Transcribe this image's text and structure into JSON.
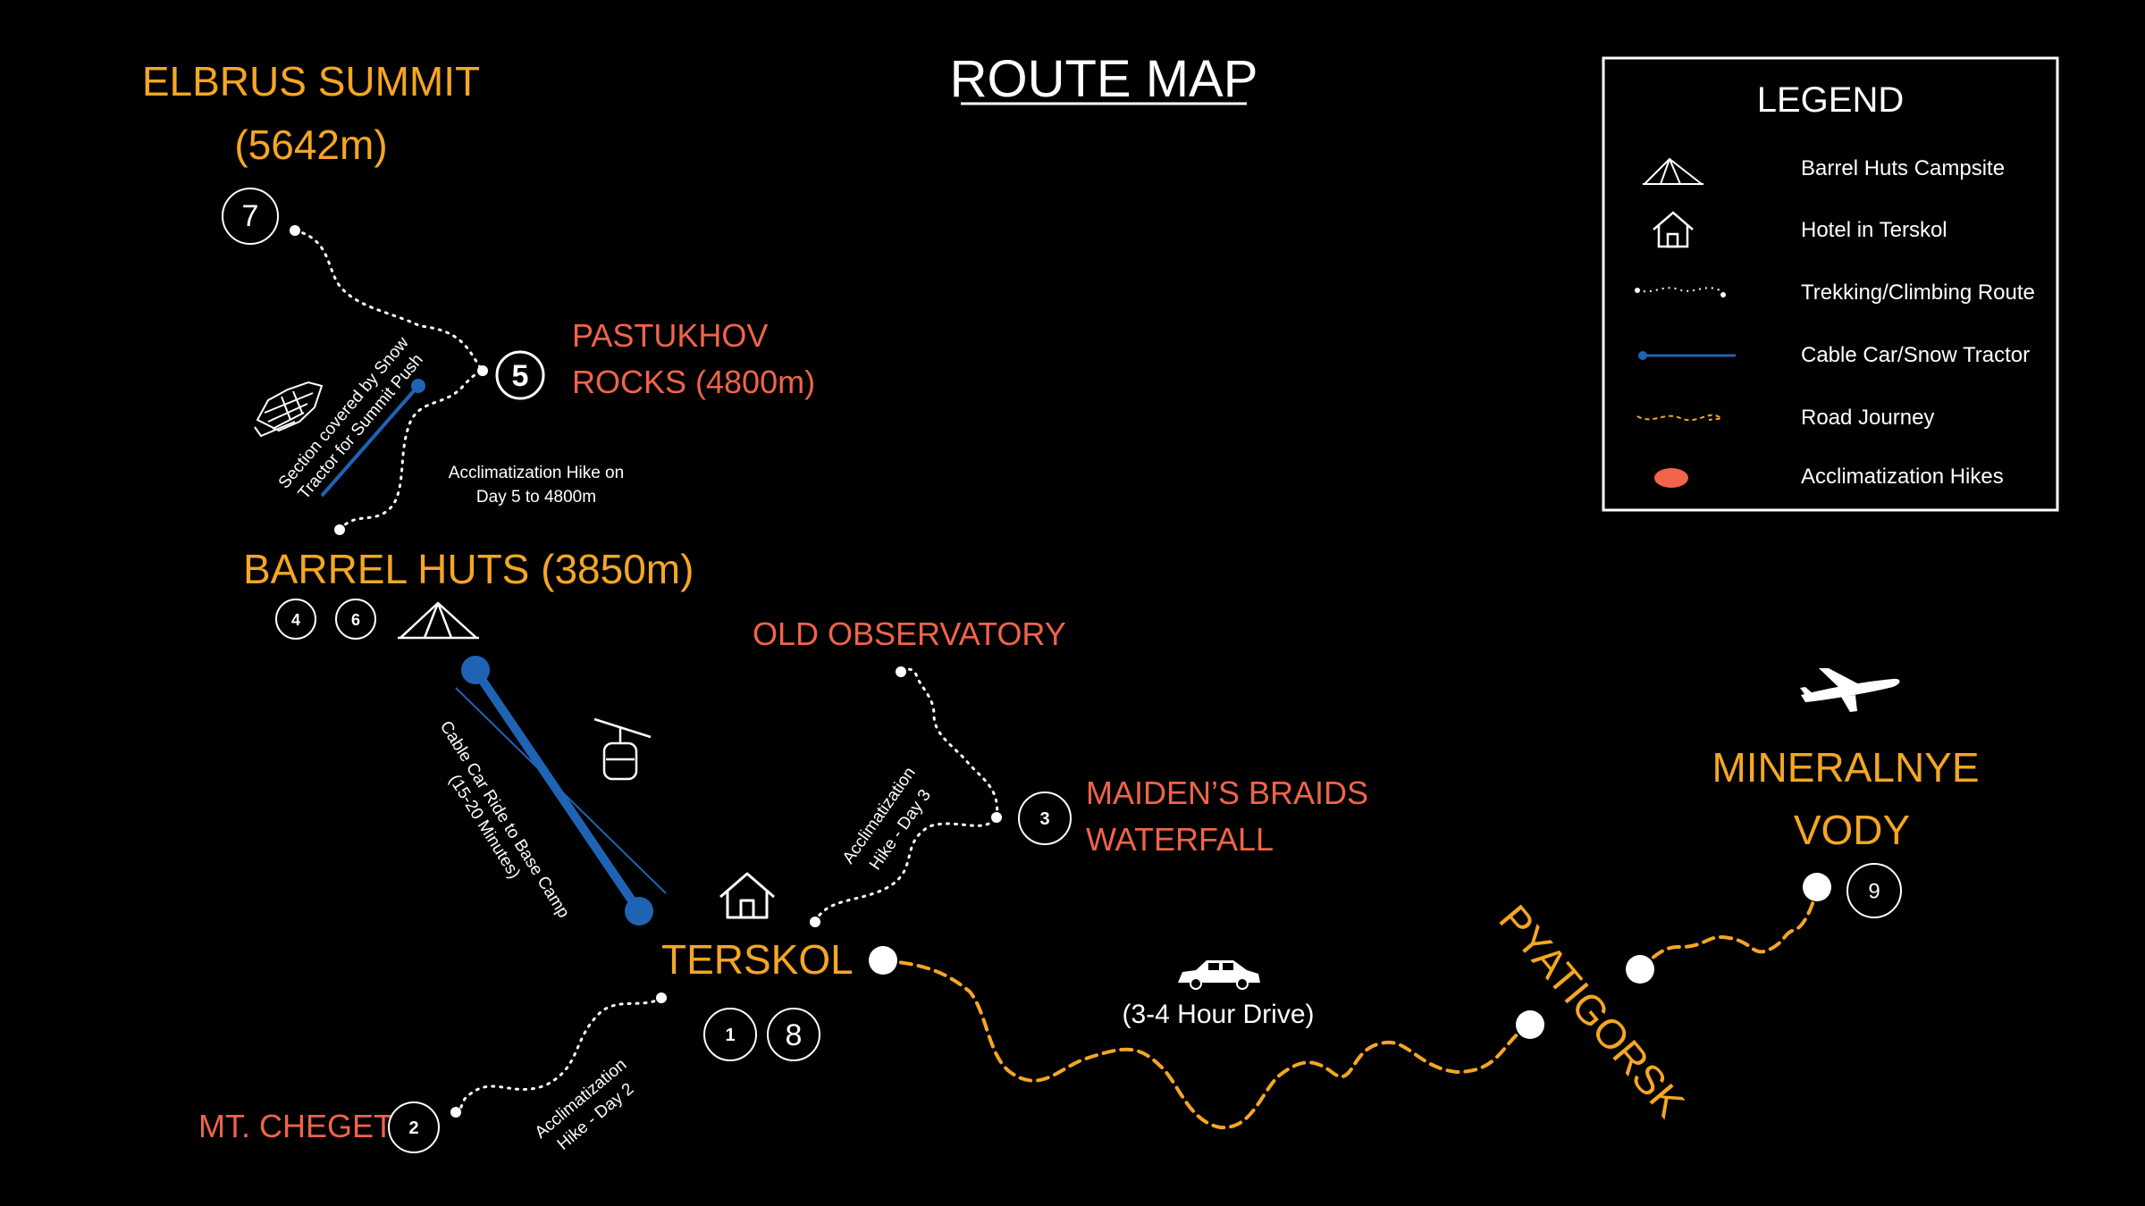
{
  "title": "ROUTE MAP",
  "colors": {
    "background": "#000000",
    "place_primary": "#f5a623",
    "place_secondary": "#f0644a",
    "cable_car": "#1f64b4",
    "road": "#f5a623",
    "trek": "#ffffff",
    "acclimatization": "#f0644a"
  },
  "places": {
    "elbrus_summit_line1": "ELBRUS SUMMIT",
    "elbrus_summit_line2": "(5642m)",
    "pastukhov_line1": "PASTUKHOV",
    "pastukhov_line2": "ROCKS (4800m)",
    "barrel_huts": "BARREL HUTS (3850m)",
    "old_observatory": "OLD OBSERVATORY",
    "maidens_line1": "MAIDEN’S BRAIDS",
    "maidens_line2": "WATERFALL",
    "terskol": "TERSKOL",
    "mt_cheget": "MT. CHEGET",
    "pyatigorsk": "PYATIGORSK",
    "mineralnye_line1": "MINERALNYE",
    "mineralnye_line2": "VODY"
  },
  "days": {
    "summit": "7",
    "pastukhov": "5",
    "barrel_a": "4",
    "barrel_b": "6",
    "maidens": "3",
    "terskol_a": "1",
    "terskol_b": "8",
    "cheget": "2",
    "mineralnye": "9"
  },
  "notes": {
    "snow_tractor_line1": "Section covered by Snow",
    "snow_tractor_line2": "Tractor for Summit Push",
    "accl_day5_line1": "Acclimatization Hike on",
    "accl_day5_line2": "Day 5 to 4800m",
    "cable_line1": "Cable Car Ride to Base Camp",
    "cable_line2": "(15-20 Minutes)",
    "accl_day3_line1": "Acclimatization",
    "accl_day3_line2": "Hike - Day 3",
    "accl_day2_line1": "Acclimatization",
    "accl_day2_line2": "Hike - Day 2",
    "drive": "(3-4 Hour Drive)"
  },
  "icons": {
    "tent": "tent-icon",
    "house": "house-icon",
    "gondola": "gondola-icon",
    "snowcat": "snow-tractor-icon",
    "car": "car-icon",
    "plane": "airplane-icon"
  },
  "legend": {
    "title": "LEGEND",
    "items": [
      {
        "icon": "tent-icon",
        "label": "Barrel Huts Campsite"
      },
      {
        "icon": "house-icon",
        "label": "Hotel in Terskol"
      },
      {
        "icon": "dotted-route-icon",
        "label": "Trekking/Climbing Route"
      },
      {
        "icon": "cable-line-icon",
        "label": "Cable Car/Snow Tractor"
      },
      {
        "icon": "road-line-icon",
        "label": "Road Journey"
      },
      {
        "icon": "coral-ellipse-icon",
        "label": "Acclimatization Hikes"
      }
    ]
  }
}
